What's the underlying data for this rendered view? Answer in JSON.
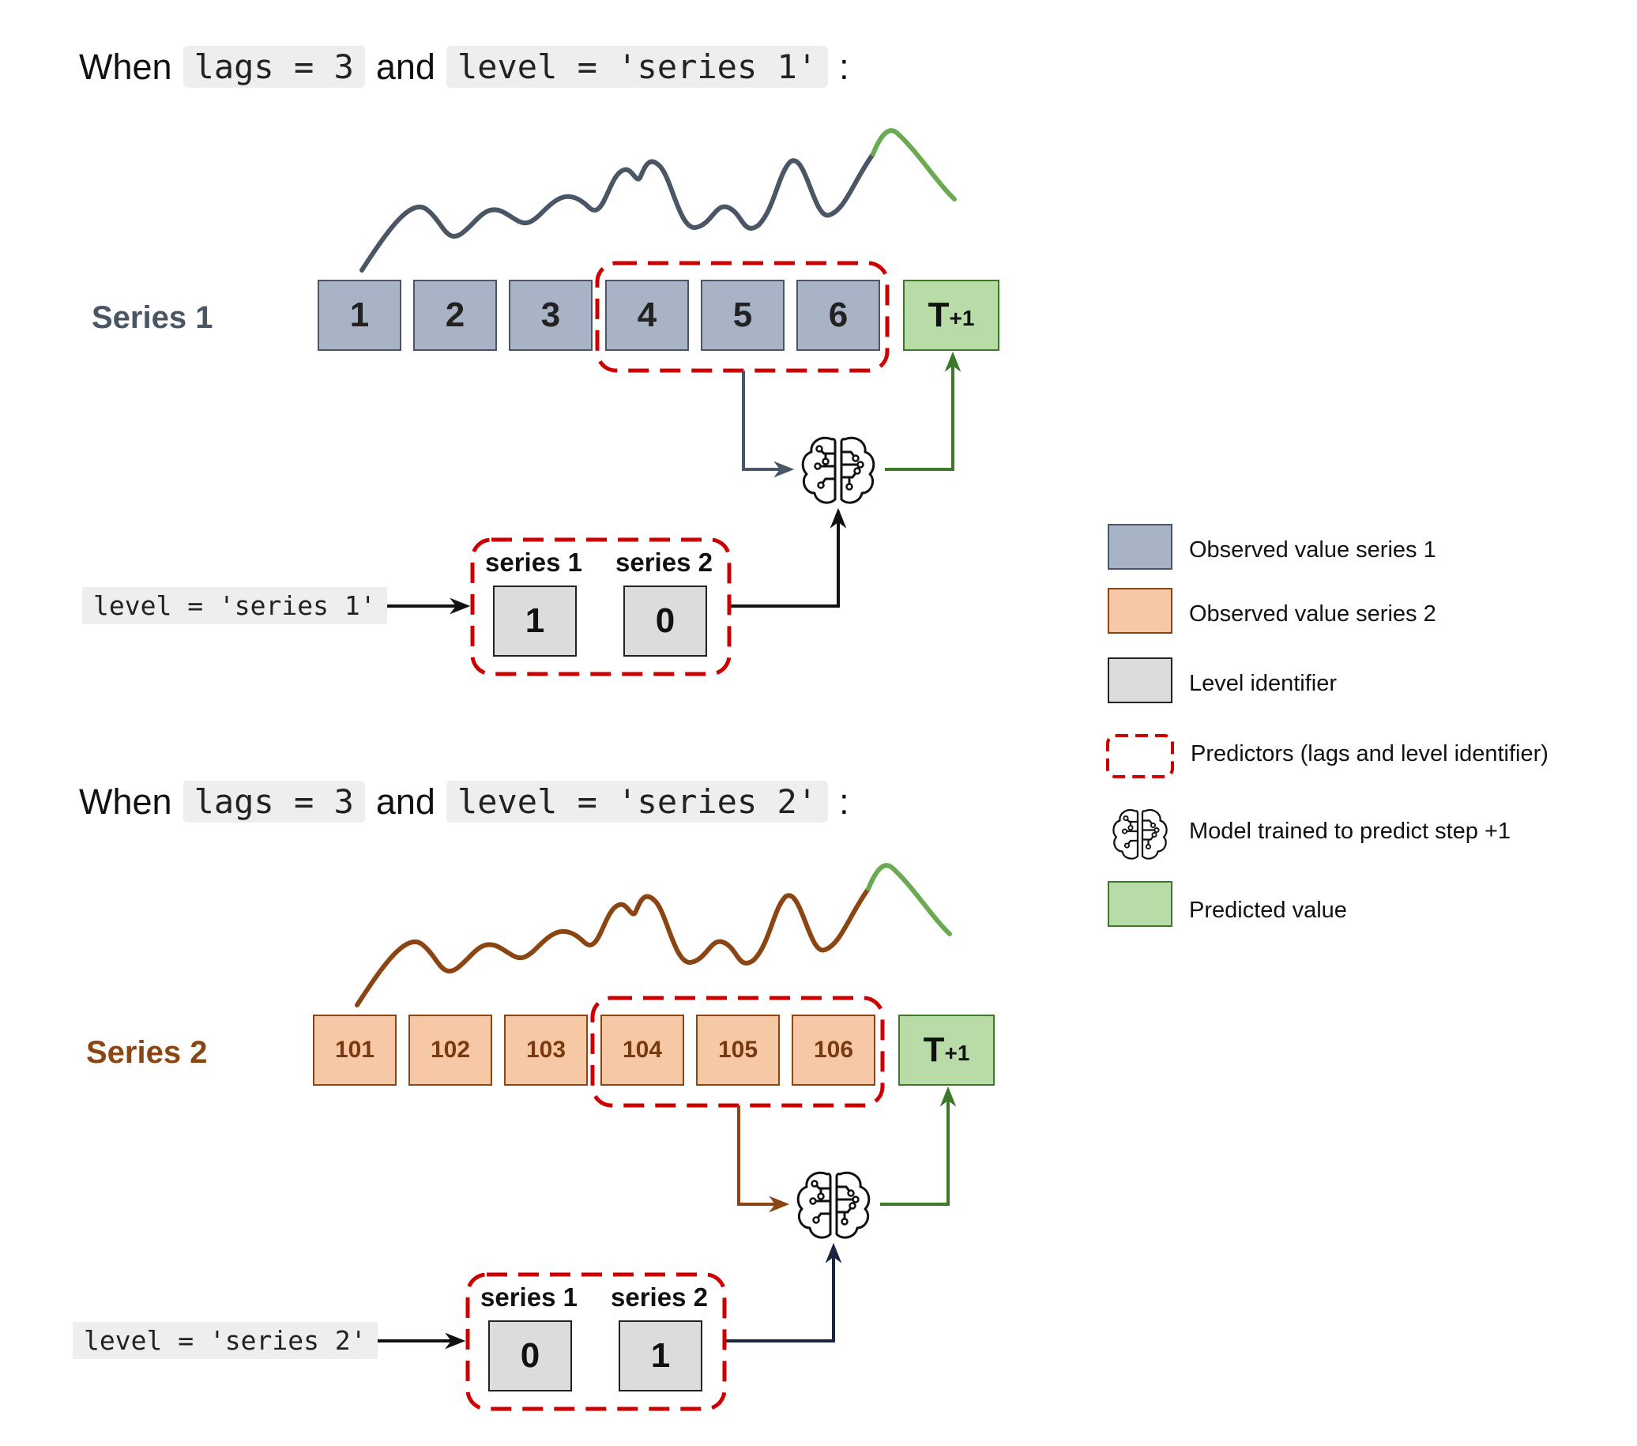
{
  "panels": [
    {
      "heading": {
        "prefix": "When",
        "lags_code": "lags = 3",
        "joiner": "and",
        "level_code": "level = 'series 1'",
        "suffix": ":"
      },
      "series_label": "Series 1",
      "series_color": "#4a5566",
      "cells": [
        "1",
        "2",
        "3",
        "4",
        "5",
        "6"
      ],
      "prediction": {
        "main": "T",
        "sub": "+1"
      },
      "level_code": "level = 'series 1'",
      "level_headers": [
        "series 1",
        "series 2"
      ],
      "level_values": [
        "1",
        "0"
      ]
    },
    {
      "heading": {
        "prefix": "When",
        "lags_code": "lags = 3",
        "joiner": "and",
        "level_code": "level = 'series 2'",
        "suffix": ":"
      },
      "series_label": "Series 2",
      "series_color": "#8b4513",
      "cells": [
        "101",
        "102",
        "103",
        "104",
        "105",
        "106"
      ],
      "prediction": {
        "main": "T",
        "sub": "+1"
      },
      "level_code": "level = 'series 2'",
      "level_headers": [
        "series 1",
        "series 2"
      ],
      "level_values": [
        "0",
        "1"
      ]
    }
  ],
  "legend": [
    {
      "key": "observed-series-1",
      "label": "Observed value series 1"
    },
    {
      "key": "observed-series-2",
      "label": "Observed value series 2"
    },
    {
      "key": "level-identifier",
      "label": "Level identifier"
    },
    {
      "key": "predictors",
      "label": "Predictors (lags and level identifier)"
    },
    {
      "key": "model",
      "label": "Model trained to predict step +1",
      "icon": "brain-circuit-icon"
    },
    {
      "key": "predicted",
      "label": "Predicted value"
    }
  ],
  "colors": {
    "series1_fill": "#a8b4c6",
    "series2_fill": "#f6c8a6",
    "level_fill": "#dcdcdc",
    "predicted_fill": "#b9dba8",
    "predictor_border": "#cc0000",
    "prediction_line": "#6aaa50"
  }
}
